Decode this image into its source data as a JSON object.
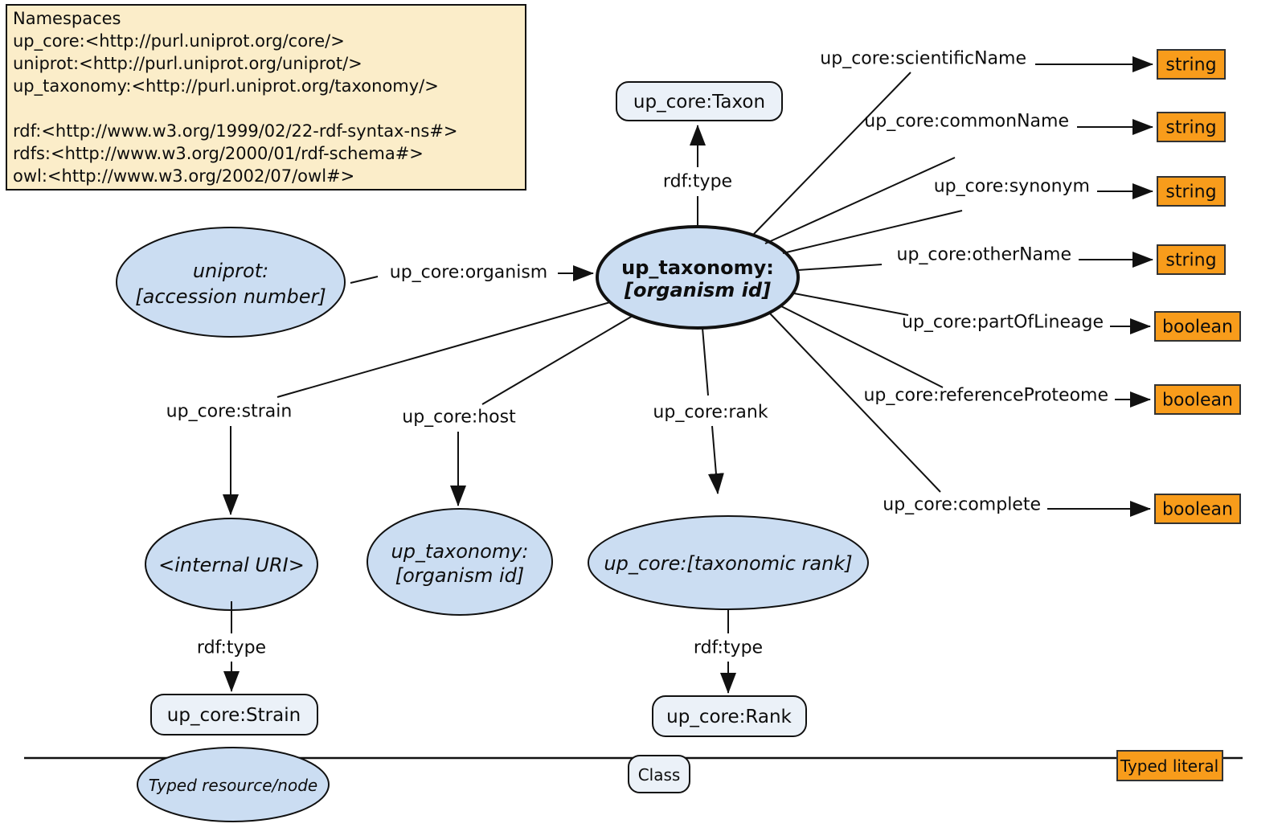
{
  "colors": {
    "node_fill": "#CBDDF2",
    "class_fill": "#EBF1F8",
    "literal_fill": "#F89C1B",
    "namespace_fill": "#FBEDC9"
  },
  "namespaces": {
    "title": "Namespaces",
    "lines": [
      "up_core:<http://purl.uniprot.org/core/>",
      "uniprot:<http://purl.uniprot.org/uniprot/>",
      "up_taxonomy:<http://purl.uniprot.org/taxonomy/>",
      "rdf:<http://www.w3.org/1999/02/22-rdf-syntax-ns#>",
      "rdfs:<http://www.w3.org/2000/01/rdf-schema#>",
      "owl:<http://www.w3.org/2002/07/owl#>"
    ]
  },
  "nodes": {
    "taxon_class": "up_core:Taxon",
    "organism_node": {
      "line1": "up_taxonomy:",
      "line2": "[organism id]"
    },
    "accession_node": {
      "line1": "uniprot:",
      "line2": "[accession number]"
    },
    "internal_uri_node": "<internal URI>",
    "host_node": {
      "line1": "up_taxonomy:",
      "line2": "[organism id]"
    },
    "rank_node": "up_core:[taxonomic rank]",
    "strain_class": "up_core:Strain",
    "rank_class": "up_core:Rank"
  },
  "edges": {
    "rdf_type": "rdf:type",
    "organism": "up_core:organism",
    "strain": "up_core:strain",
    "host": "up_core:host",
    "rank": "up_core:rank"
  },
  "properties": [
    {
      "label": "up_core:scientificName",
      "type": "string"
    },
    {
      "label": "up_core:commonName",
      "type": "string"
    },
    {
      "label": "up_core:synonym",
      "type": "string"
    },
    {
      "label": "up_core:otherName",
      "type": "string"
    },
    {
      "label": "up_core:partOfLineage",
      "type": "boolean"
    },
    {
      "label": "up_core:referenceProteome",
      "type": "boolean"
    },
    {
      "label": "up_core:complete",
      "type": "boolean"
    }
  ],
  "legend": {
    "typed_node": "Typed resource/node",
    "class_label": "Class",
    "typed_literal": "Typed literal"
  }
}
